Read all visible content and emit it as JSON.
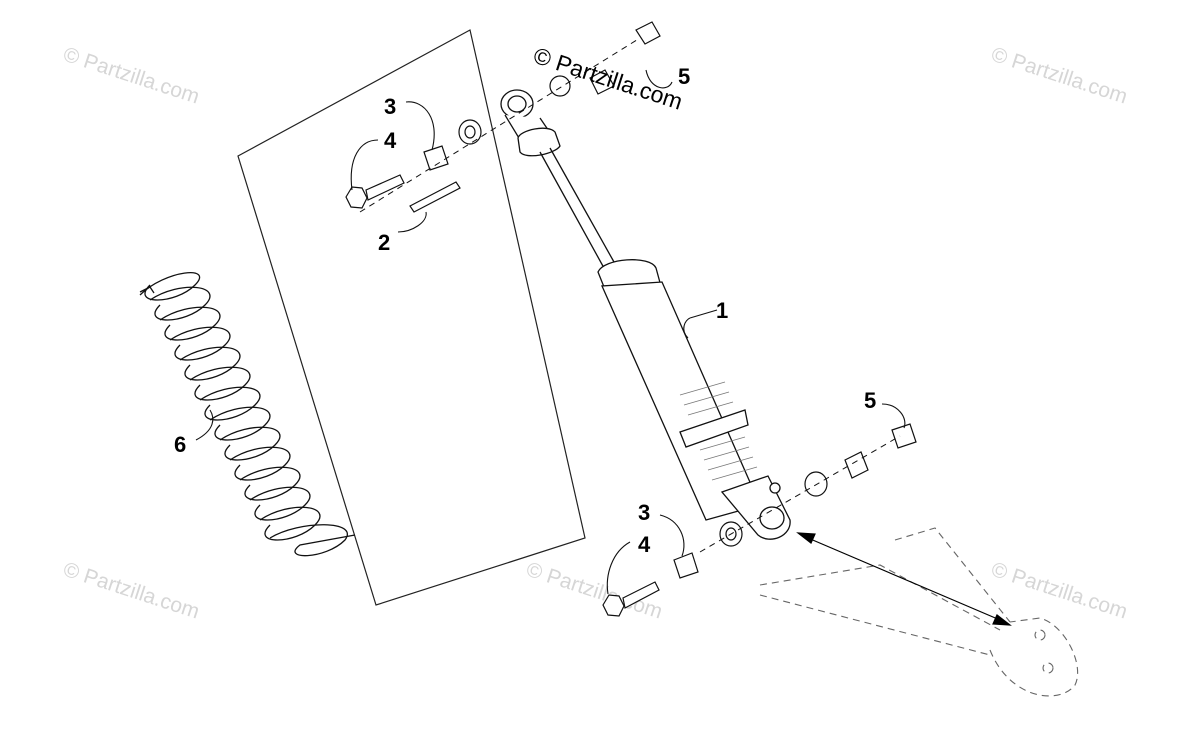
{
  "diagram": {
    "watermark_text": "© Partzilla.com",
    "main_watermark_text": "© Partzilla.com",
    "callouts": [
      {
        "id": "callout-1",
        "text": "1"
      },
      {
        "id": "callout-2",
        "text": "2"
      },
      {
        "id": "callout-3-top",
        "text": "3"
      },
      {
        "id": "callout-4-top",
        "text": "4"
      },
      {
        "id": "callout-5-top",
        "text": "5"
      },
      {
        "id": "callout-6",
        "text": "6"
      },
      {
        "id": "callout-3-bottom",
        "text": "3"
      },
      {
        "id": "callout-4-bottom",
        "text": "4"
      },
      {
        "id": "callout-5-bottom",
        "text": "5"
      }
    ]
  }
}
